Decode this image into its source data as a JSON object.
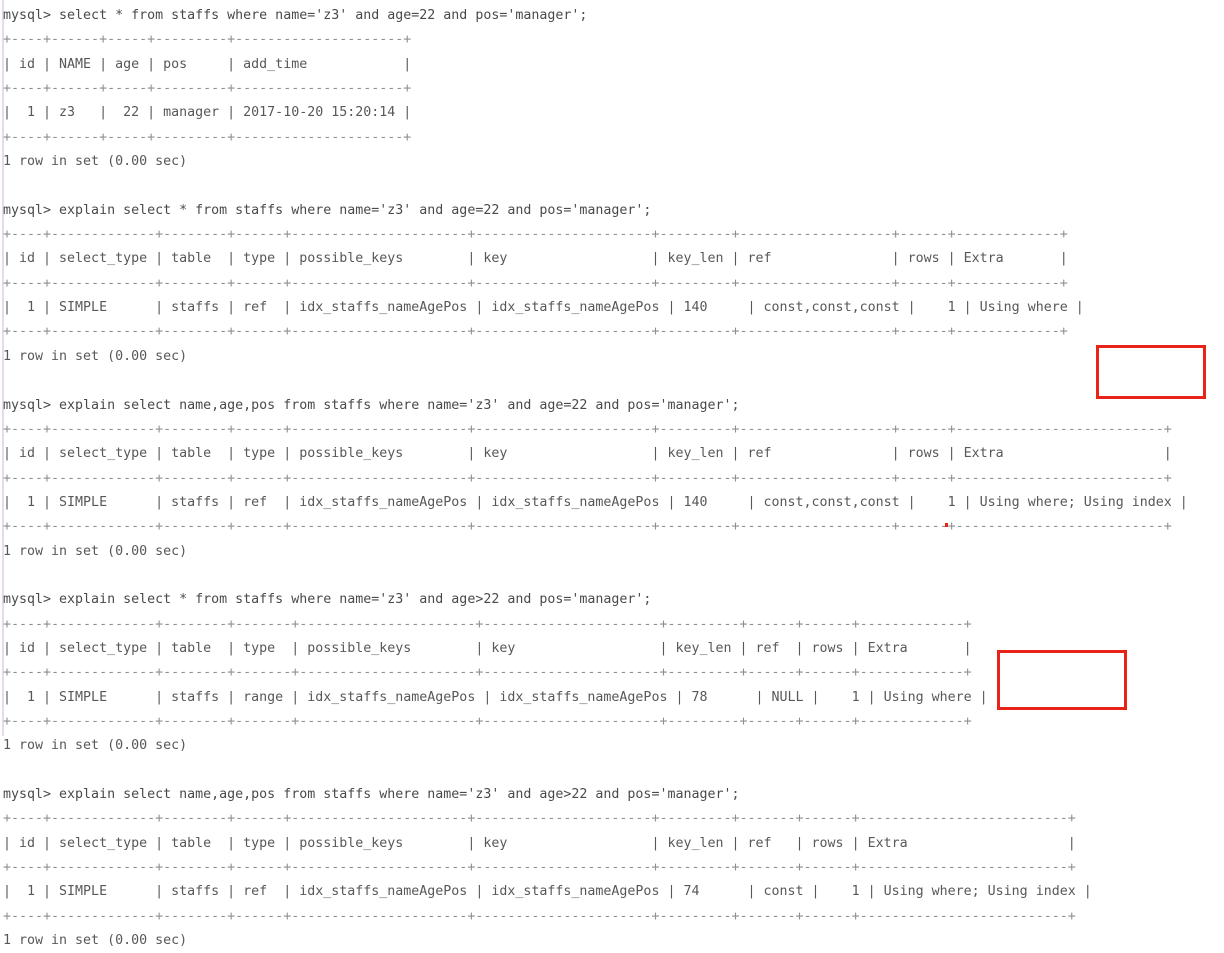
{
  "app": {
    "type": "terminal",
    "shell_prompt": "mysql>",
    "colors": {
      "background": "#ffffff",
      "text": "#585858",
      "rule": "#8e8e96",
      "highlight": "#e8231a",
      "gutter": "#e6dce9"
    }
  },
  "blocks": [
    {
      "id": "block-1-select-star-age-eq",
      "command": "mysql> select * from staffs where name='z3' and age=22 and pos='manager';",
      "table": {
        "top_rule": "+----+------+-----+---------+---------------------+",
        "header": "| id | NAME | age | pos     | add_time            |",
        "mid_rule": "+----+------+-----+---------+---------------------+",
        "rows": [
          "|  1 | z3   |  22 | manager | 2017-10-20 15:20:14 |"
        ],
        "bottom_rule": "+----+------+-----+---------+---------------------+",
        "columns": [
          "id",
          "NAME",
          "age",
          "pos",
          "add_time"
        ],
        "data": [
          {
            "id": "1",
            "NAME": "z3",
            "age": "22",
            "pos": "manager",
            "add_time": "2017-10-20 15:20:14"
          }
        ]
      },
      "status": "1 row in set (0.00 sec)"
    },
    {
      "id": "block-2-explain-select-star-age-eq",
      "command": "mysql> explain select * from staffs where name='z3' and age=22 and pos='manager';",
      "table": {
        "top_rule": "+----+-------------+--------+------+----------------------+----------------------+---------+-------------------+------+-------------+",
        "header": "| id | select_type | table  | type | possible_keys        | key                  | key_len | ref               | rows | Extra       |",
        "mid_rule": "+----+-------------+--------+------+----------------------+----------------------+---------+-------------------+------+-------------+",
        "rows": [
          "|  1 | SIMPLE      | staffs | ref  | idx_staffs_nameAgePos | idx_staffs_nameAgePos | 140     | const,const,const |    1 | Using where |"
        ],
        "bottom_rule": "+----+-------------+--------+------+----------------------+----------------------+---------+-------------------+------+-------------+",
        "columns": [
          "id",
          "select_type",
          "table",
          "type",
          "possible_keys",
          "key",
          "key_len",
          "ref",
          "rows",
          "Extra"
        ],
        "data": [
          {
            "id": "1",
            "select_type": "SIMPLE",
            "table": "staffs",
            "type": "ref",
            "possible_keys": "idx_staffs_nameAgePos",
            "key": "idx_staffs_nameAgePos",
            "key_len": "140",
            "ref": "const,const,const",
            "rows": "1",
            "Extra": "Using where"
          }
        ]
      },
      "status": "1 row in set (0.00 sec)"
    },
    {
      "id": "block-3-explain-covering-age-eq",
      "command": "mysql> explain select name,age,pos from staffs where name='z3' and age=22 and pos='manager';",
      "table": {
        "top_rule": "+----+-------------+--------+------+----------------------+----------------------+---------+-------------------+------+--------------------------+",
        "header": "| id | select_type | table  | type | possible_keys        | key                  | key_len | ref               | rows | Extra                    |",
        "mid_rule": "+----+-------------+--------+------+----------------------+----------------------+---------+-------------------+------+--------------------------+",
        "rows": [
          "|  1 | SIMPLE      | staffs | ref  | idx_staffs_nameAgePos | idx_staffs_nameAgePos | 140     | const,const,const |    1 | Using where; Using index |"
        ],
        "bottom_rule": "+----+-------------+--------+------+----------------------+----------------------+---------+-------------------+------+--------------------------+",
        "columns": [
          "id",
          "select_type",
          "table",
          "type",
          "possible_keys",
          "key",
          "key_len",
          "ref",
          "rows",
          "Extra"
        ],
        "data": [
          {
            "id": "1",
            "select_type": "SIMPLE",
            "table": "staffs",
            "type": "ref",
            "possible_keys": "idx_staffs_nameAgePos",
            "key": "idx_staffs_nameAgePos",
            "key_len": "140",
            "ref": "const,const,const",
            "rows": "1",
            "Extra": "Using where; Using index"
          }
        ]
      },
      "status": "1 row in set (0.00 sec)"
    },
    {
      "id": "block-4-explain-select-star-age-gt",
      "command": "mysql> explain select * from staffs where name='z3' and age>22 and pos='manager';",
      "table": {
        "top_rule": "+----+-------------+--------+-------+----------------------+----------------------+---------+------+------+-------------+",
        "header": "| id | select_type | table  | type  | possible_keys        | key                  | key_len | ref  | rows | Extra       |",
        "mid_rule": "+----+-------------+--------+-------+----------------------+----------------------+---------+------+------+-------------+",
        "rows": [
          "|  1 | SIMPLE      | staffs | range | idx_staffs_nameAgePos | idx_staffs_nameAgePos | 78      | NULL |    1 | Using where |"
        ],
        "bottom_rule": "+----+-------------+--------+-------+----------------------+----------------------+---------+------+------+-------------+",
        "columns": [
          "id",
          "select_type",
          "table",
          "type",
          "possible_keys",
          "key",
          "key_len",
          "ref",
          "rows",
          "Extra"
        ],
        "data": [
          {
            "id": "1",
            "select_type": "SIMPLE",
            "table": "staffs",
            "type": "range",
            "possible_keys": "idx_staffs_nameAgePos",
            "key": "idx_staffs_nameAgePos",
            "key_len": "78",
            "ref": "NULL",
            "rows": "1",
            "Extra": "Using where"
          }
        ]
      },
      "status": "1 row in set (0.00 sec)"
    },
    {
      "id": "block-5-explain-covering-age-gt",
      "command": "mysql> explain select name,age,pos from staffs where name='z3' and age>22 and pos='manager';",
      "table": {
        "top_rule": "+----+-------------+--------+------+----------------------+----------------------+---------+-------+------+--------------------------+",
        "header": "| id | select_type | table  | type | possible_keys        | key                  | key_len | ref   | rows | Extra                    |",
        "mid_rule": "+----+-------------+--------+------+----------------------+----------------------+---------+-------+------+--------------------------+",
        "rows": [
          "|  1 | SIMPLE      | staffs | ref  | idx_staffs_nameAgePos | idx_staffs_nameAgePos | 74      | const |    1 | Using where; Using index |"
        ],
        "bottom_rule": "+----+-------------+--------+------+----------------------+----------------------+---------+-------+------+--------------------------+",
        "columns": [
          "id",
          "select_type",
          "table",
          "type",
          "possible_keys",
          "key",
          "key_len",
          "ref",
          "rows",
          "Extra"
        ],
        "data": [
          {
            "id": "1",
            "select_type": "SIMPLE",
            "table": "staffs",
            "type": "ref",
            "possible_keys": "idx_staffs_nameAgePos",
            "key": "idx_staffs_nameAgePos",
            "key_len": "74",
            "ref": "const",
            "rows": "1",
            "Extra": "Using where; Using index"
          }
        ]
      },
      "status": "1 row in set (0.00 sec)"
    }
  ],
  "annotations": [
    {
      "id": "highlight-using-index-1",
      "target_text": "Using index",
      "shape": "rectangle",
      "color": "#e8231a"
    },
    {
      "id": "highlight-using-index-2",
      "target_text": "Using index",
      "shape": "rectangle",
      "color": "#e8231a"
    }
  ]
}
